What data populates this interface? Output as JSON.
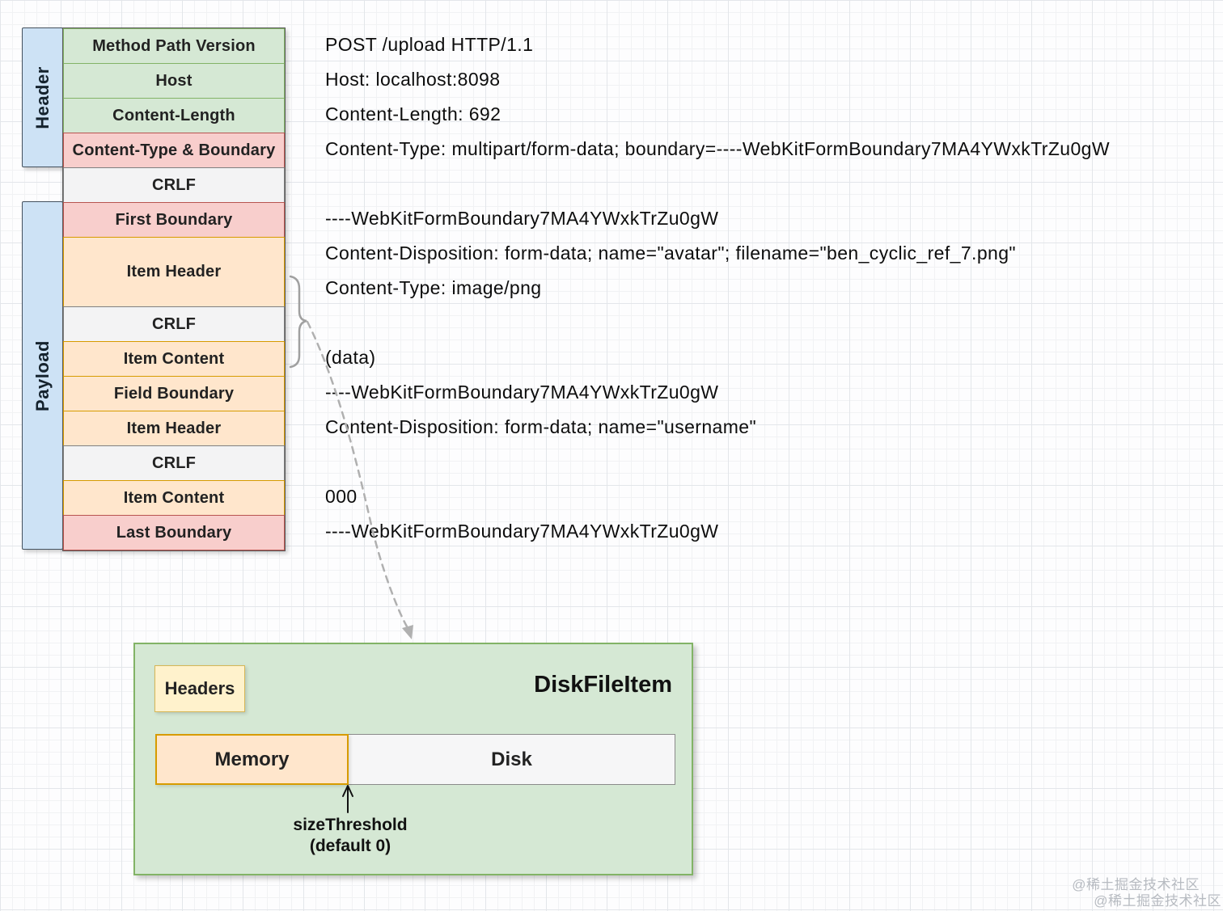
{
  "palette": {
    "green_fill": "#d5e8d4",
    "green_border": "#82b366",
    "pink_fill": "#f8cecc",
    "pink_border": "#b85450",
    "peach_fill": "#ffe6cc",
    "peach_border": "#d79b00",
    "gray_fill": "#f3f3f4",
    "gray_border": "#808080",
    "blue_fill": "#cde2f5",
    "blue_border": "#45525f",
    "yellow_fill": "#fff2cc",
    "yellow_border": "#d6b656",
    "box_green_fill": "#d5e8d4",
    "box_green_border": "#82b366",
    "arrow_gray": "#b0b0b0"
  },
  "structure_table": {
    "header_group_label": "Header",
    "payload_group_label": "Payload",
    "rows": [
      {
        "label": "Method Path Version"
      },
      {
        "label": "Host"
      },
      {
        "label": "Content-Length"
      },
      {
        "label": "Content-Type & Boundary"
      },
      {
        "label": "CRLF"
      },
      {
        "label": "First Boundary"
      },
      {
        "label": "Item Header"
      },
      {
        "label": "CRLF"
      },
      {
        "label": "Item Content"
      },
      {
        "label": "Field Boundary"
      },
      {
        "label": "Item Header"
      },
      {
        "label": "CRLF"
      },
      {
        "label": "Item Content"
      },
      {
        "label": "Last Boundary"
      }
    ]
  },
  "http_request": {
    "lines": [
      "POST /upload HTTP/1.1",
      "Host: localhost:8098",
      "Content-Length: 692",
      "Content-Type: multipart/form-data; boundary=----WebKitFormBoundary7MA4YWxkTrZu0gW",
      "",
      "----WebKitFormBoundary7MA4YWxkTrZu0gW",
      "Content-Disposition: form-data; name=\"avatar\"; filename=\"ben_cyclic_ref_7.png\"",
      "Content-Type: image/png",
      "",
      "(data)",
      "----WebKitFormBoundary7MA4YWxkTrZu0gW",
      "Content-Disposition: form-data; name=\"username\"",
      "",
      "000",
      "----WebKitFormBoundary7MA4YWxkTrZu0gW"
    ]
  },
  "disk_file_item": {
    "title": "DiskFileItem",
    "headers_label": "Headers",
    "memory_label": "Memory",
    "disk_label": "Disk",
    "threshold_label_line1": "sizeThreshold",
    "threshold_label_line2": "(default 0)"
  },
  "icons": {
    "group_brace": "curly-brace",
    "mapping_arrow": "dashed-arrow-down",
    "threshold_arrow": "up-arrow"
  },
  "watermark": {
    "line1": "@稀土掘金技术社区",
    "line2": "@稀土掘金技术社区"
  }
}
